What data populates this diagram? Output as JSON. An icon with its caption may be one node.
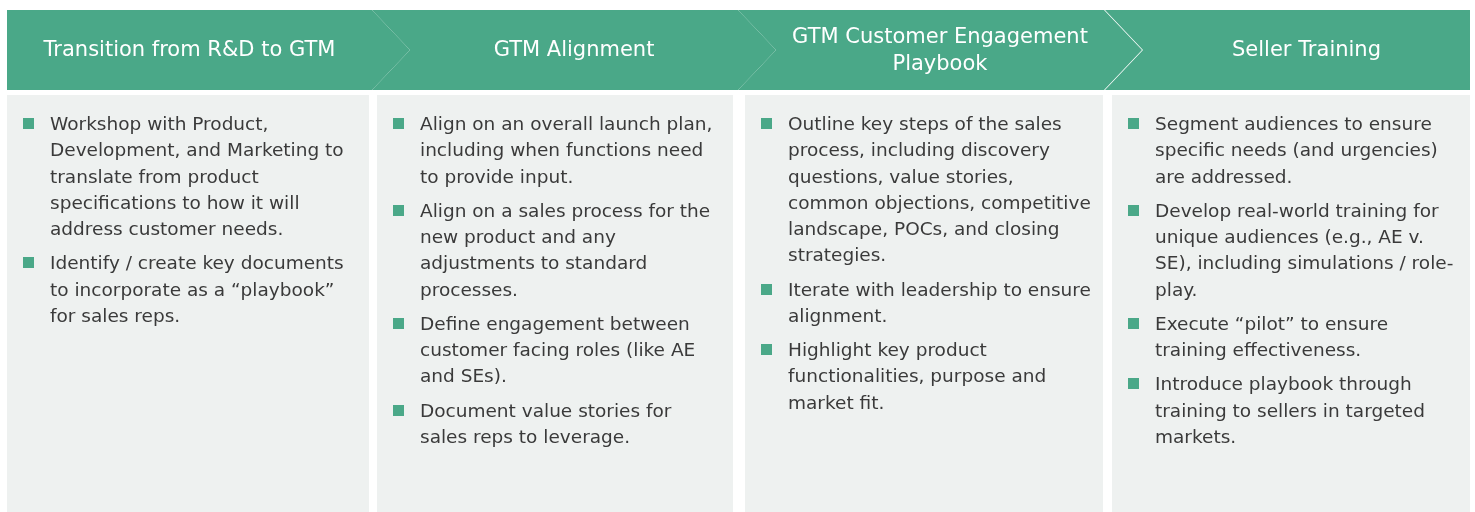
{
  "diagram": {
    "nodes": [
      {
        "text": [
          "Transition from R&D to GTM"
        ]
      },
      {
        "text": [
          "GTM Alignment"
        ]
      },
      {
        "text": [
          "GTM Customer Engagement Playbook"
        ]
      },
      {
        "text": [
          "Seller Training"
        ]
      },
      {
        "text": [
          "Workshop with Product, Development, and Marketing to translate from product specifications to how it will address customer needs.",
          "Identify / create key documents to incorporate as a “playbook” for sales reps."
        ]
      },
      {
        "text": [
          "Align on an overall launch plan, including when functions need to provide input.",
          "Align on a sales process for the new product and any adjustments to standard processes.",
          "Define engagement between customer facing roles (like AE and SEs).",
          "Document value stories for sales reps to leverage."
        ]
      },
      {
        "text": [
          "Outline key steps of the sales process, including discovery questions, value stories, common objections, competitive landscape, POCs, and closing strategies.",
          "Iterate with leadership to ensure alignment.",
          "Highlight key product functionalities, purpose and market fit."
        ]
      },
      {
        "text": [
          "Segment audiences to ensure specific needs (and urgencies) are addressed.",
          "Develop real-world training for unique audiences (e.g., AE v. SE), including simulations / role-play.",
          "Execute “pilot” to ensure training effectiveness.",
          "Introduce playbook through training to sellers in targeted markets."
        ]
      }
    ]
  }
}
